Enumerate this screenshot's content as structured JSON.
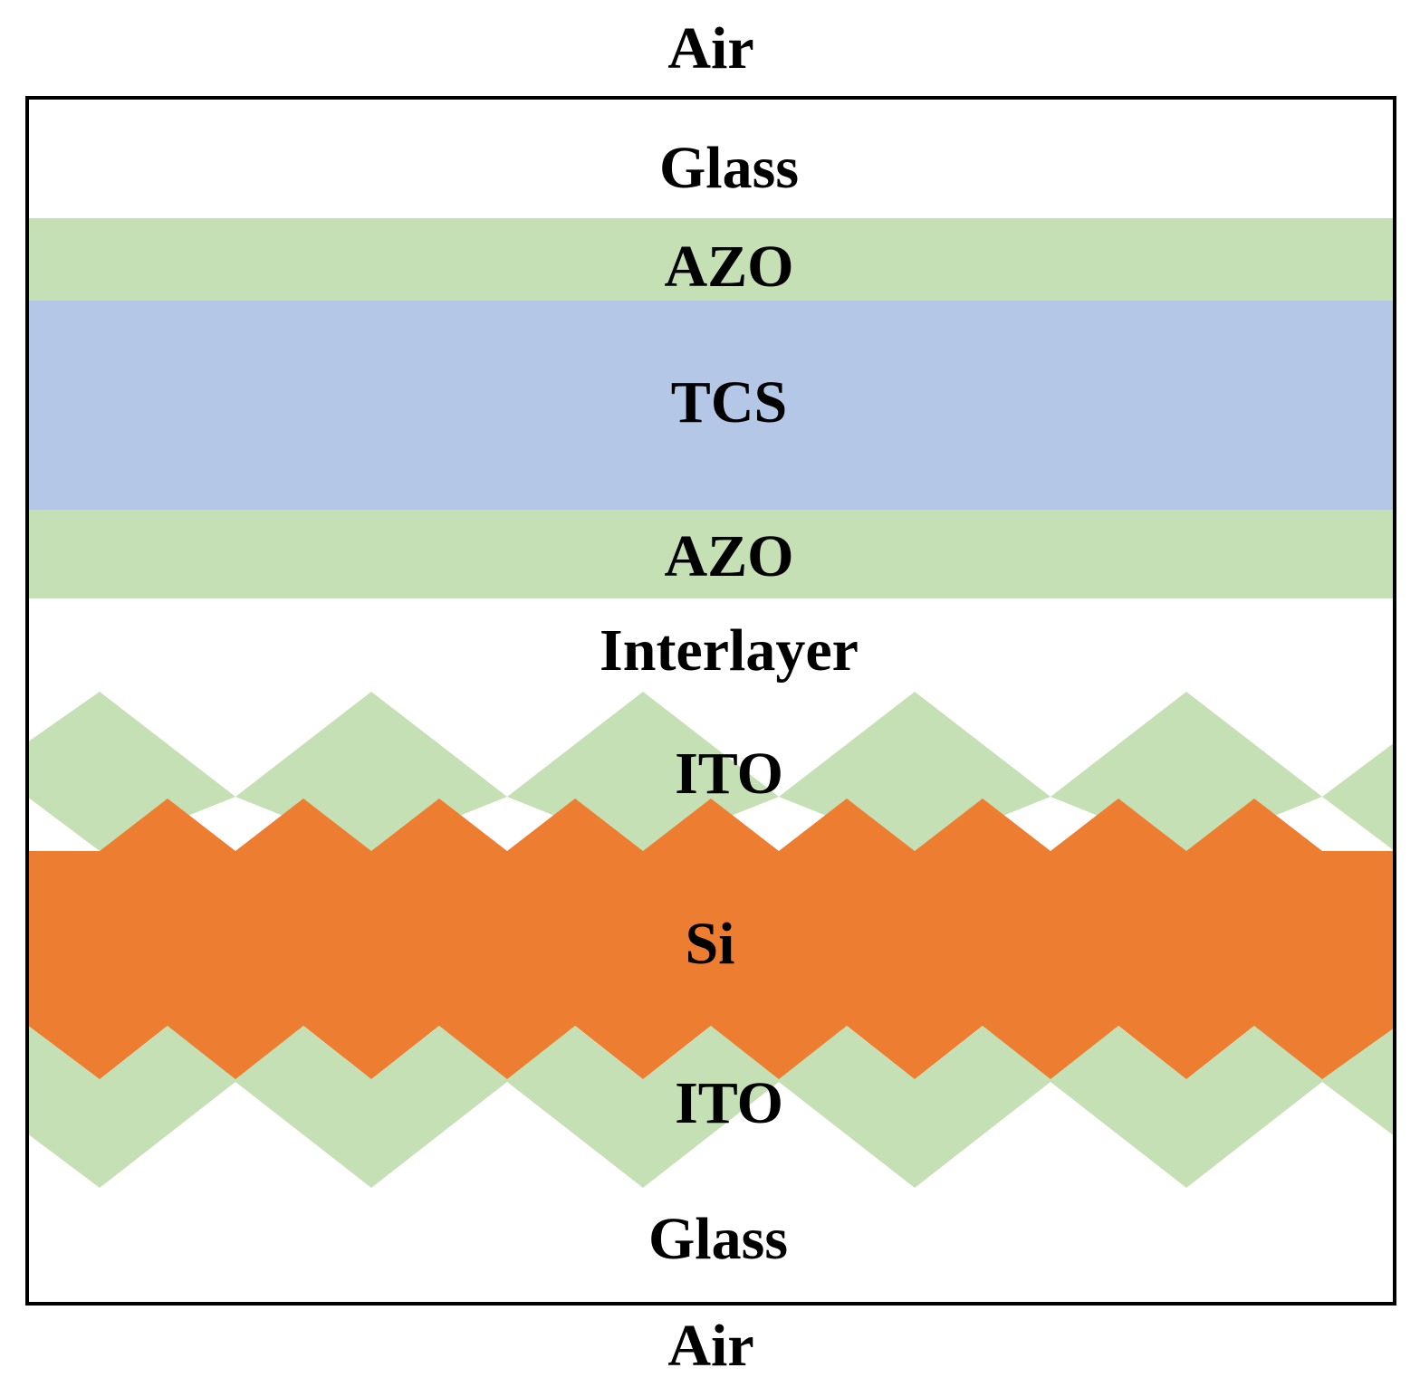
{
  "colors": {
    "background": "#ffffff",
    "frame": "#000000",
    "glass": "#ffffff",
    "azo": "#c5e0b4",
    "tcs": "#b4c7e7",
    "interlayer": "#ffffff",
    "ito": "#c5e0b4",
    "si": "#ed7d31",
    "text": "#000000"
  },
  "labels": {
    "air_top": "Air",
    "glass_top": "Glass",
    "azo_top": "AZO",
    "tcs": "TCS",
    "azo_bottom": "AZO",
    "interlayer": "Interlayer",
    "ito_top": "ITO",
    "si": "Si",
    "ito_bottom": "ITO",
    "glass_bottom": "Glass",
    "air_bottom": "Air"
  }
}
